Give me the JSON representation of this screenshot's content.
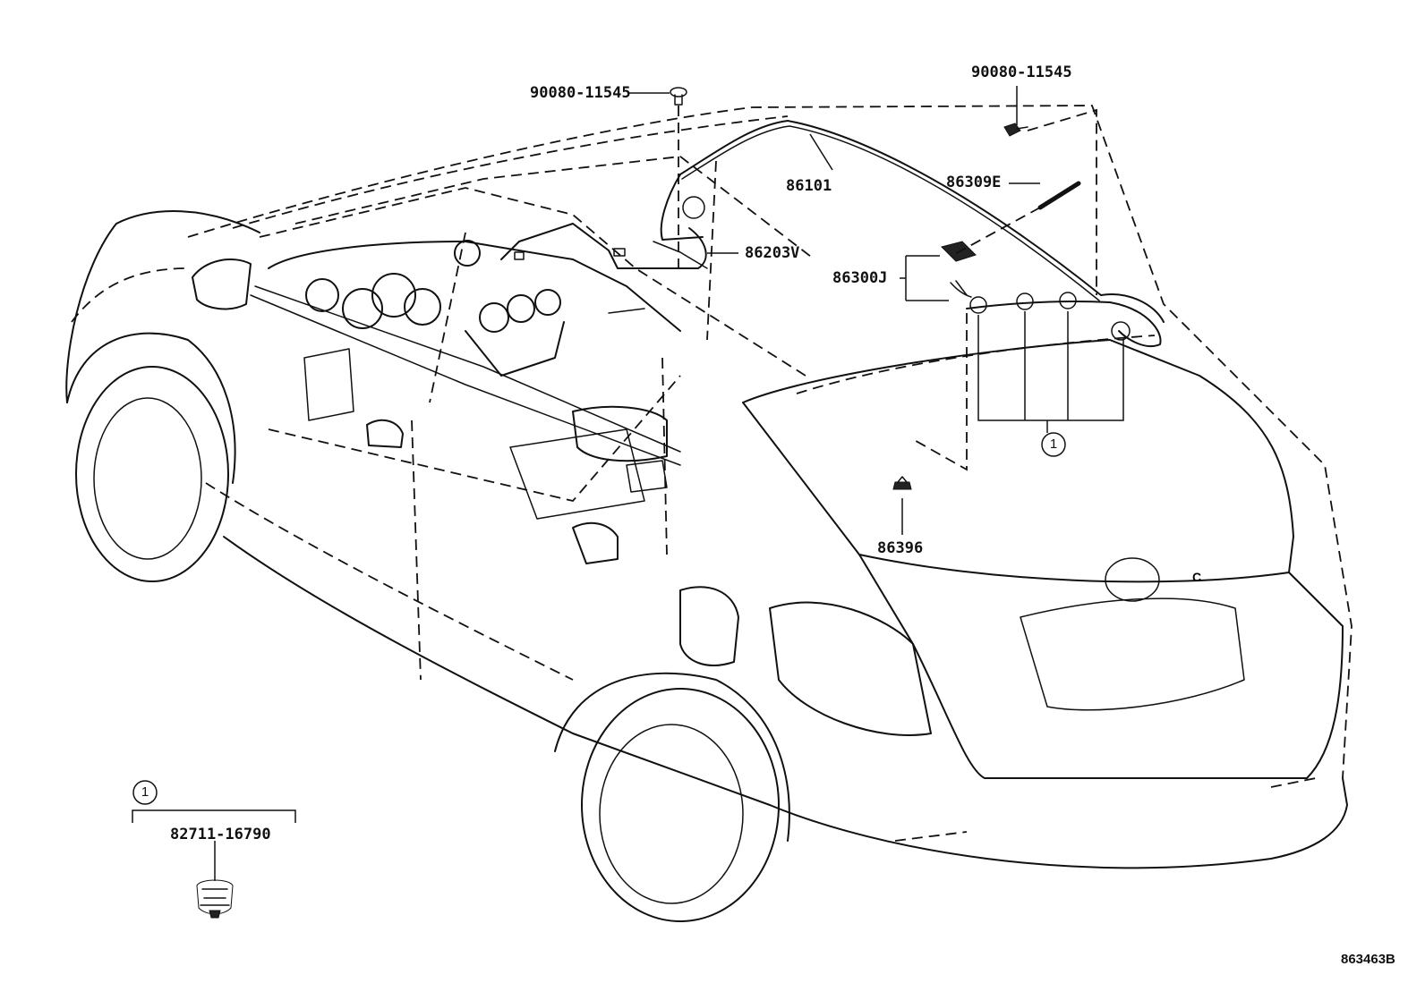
{
  "diagram": {
    "parts": {
      "bolt_left": "90080-11545",
      "bolt_right": "90080-11545",
      "antenna_cord": "86101",
      "antenna_element": "86309E",
      "cord_sub": "86203V",
      "antenna_assy": "86300J",
      "clamp": "86396",
      "clip": "82711-16790"
    },
    "callouts": {
      "ref_main": "1",
      "ref_legend": "1"
    },
    "drawing_code": "863463B"
  },
  "icons": [
    "bolt-icon",
    "clip-icon",
    "clamp-icon",
    "antenna-icon"
  ],
  "colors": {
    "line": "#111111",
    "background": "#ffffff"
  }
}
